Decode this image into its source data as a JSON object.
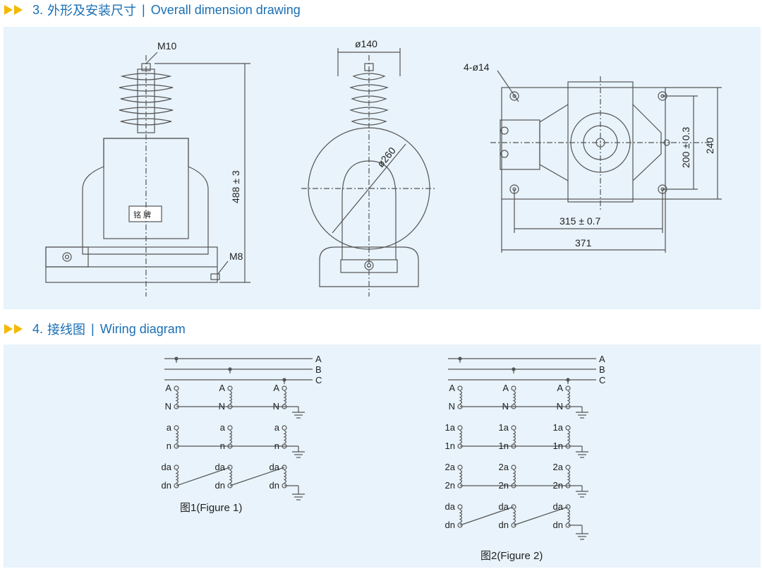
{
  "section3": {
    "number": "3.",
    "title_cn": "外形及安装尺寸",
    "separator": "|",
    "title_en": "Overall dimension drawing"
  },
  "section4": {
    "number": "4.",
    "title_cn": "接线图",
    "separator": "|",
    "title_en": "Wiring diagram"
  },
  "dimensions": {
    "front": {
      "thread_top": "M10",
      "height": "488 ± 3",
      "thread_base": "M8",
      "nameplate": "铭  牌"
    },
    "side": {
      "width": "ø140",
      "diameter": "ø260"
    },
    "top": {
      "holes": "4-ø14",
      "spacing_v": "200 ± 0.3",
      "depth": "240",
      "spacing_h": "315 ± 0.7",
      "length": "371"
    }
  },
  "wiring": {
    "phases": [
      "A",
      "B",
      "C"
    ],
    "fig1": {
      "primary": [
        "A",
        "N"
      ],
      "secondary": [
        "a",
        "n"
      ],
      "residual": [
        "da",
        "dn"
      ],
      "caption": "图1(Figure 1)"
    },
    "fig2": {
      "primary": [
        "A",
        "N"
      ],
      "sec1": [
        "1a",
        "1n"
      ],
      "sec2": [
        "2a",
        "2n"
      ],
      "residual": [
        "da",
        "dn"
      ],
      "caption": "图2(Figure 2)"
    }
  },
  "colors": {
    "accent": "#1a6fb5",
    "arrow": "#f5b800",
    "panel": "#e8f3fb",
    "line": "#555555"
  }
}
